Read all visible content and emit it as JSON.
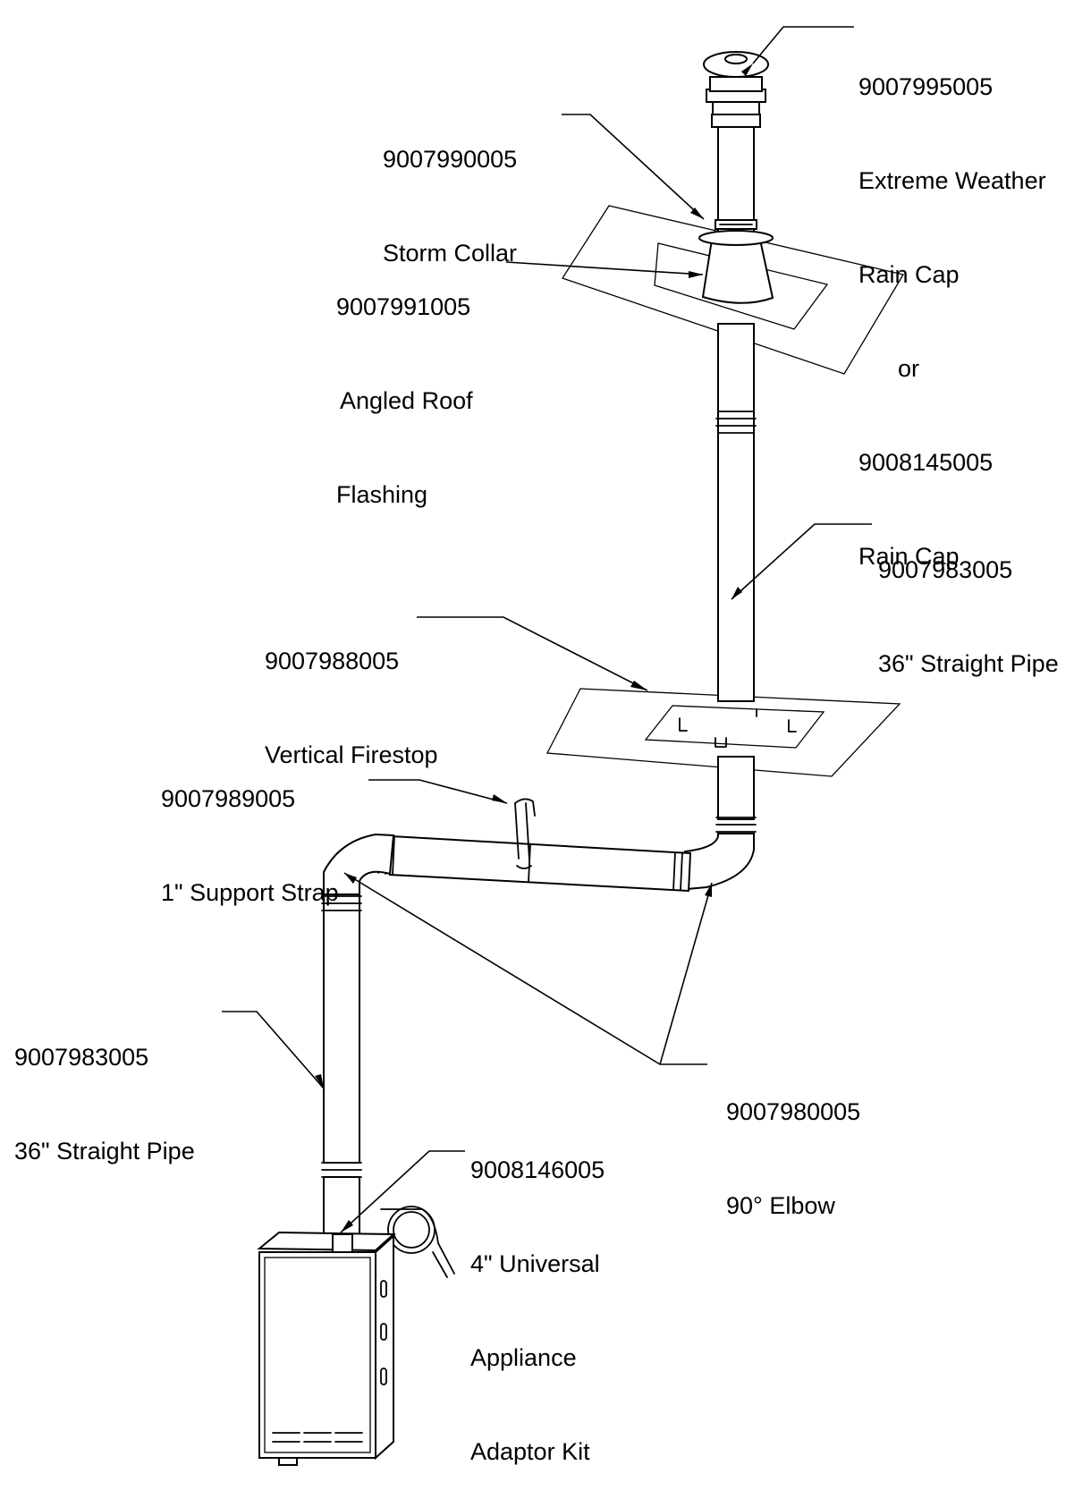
{
  "labels": {
    "rain_cap": {
      "part": "9007995005",
      "lines": [
        "Extreme Weather",
        "Rain Cap",
        "or",
        "9008145005",
        "Rain Cap"
      ]
    },
    "storm_collar": {
      "part": "9007990005",
      "lines": [
        "Storm Collar"
      ]
    },
    "roof_flashing": {
      "part": "9007991005",
      "lines": [
        "Angled Roof",
        "Flashing"
      ]
    },
    "straight_pipe_upper": {
      "part": "9007983005",
      "lines": [
        "36\" Straight Pipe"
      ]
    },
    "firestop": {
      "part": "9007988005",
      "lines": [
        "Vertical Firestop"
      ]
    },
    "support_strap": {
      "part": "9007989005",
      "lines": [
        "1\" Support Strap"
      ]
    },
    "straight_pipe_lower": {
      "part": "9007983005",
      "lines": [
        "36\" Straight Pipe"
      ]
    },
    "elbow": {
      "part": "9007980005",
      "lines": [
        "90° Elbow"
      ]
    },
    "adaptor_kit": {
      "part": "9008146005",
      "lines": [
        "4\" Universal",
        "Appliance",
        "Adaptor Kit"
      ]
    }
  },
  "colors": {
    "line": "#000000",
    "background": "#ffffff"
  }
}
